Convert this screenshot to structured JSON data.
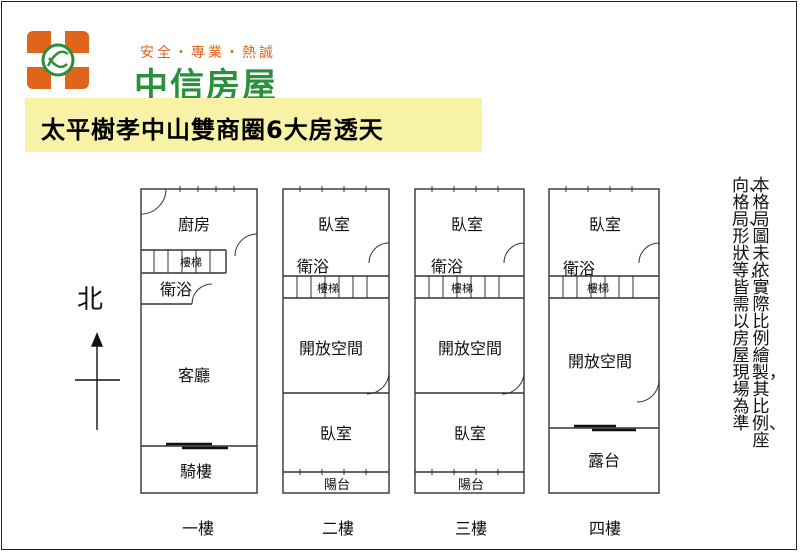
{
  "logo": {
    "slogan": "安全・專業・熱誠",
    "brand": "中信房屋",
    "icon": "zhongxin-logo-icon"
  },
  "title": "太平樹孝中山雙商圈6大房透天",
  "compass": {
    "label": "北"
  },
  "floors": [
    {
      "name": "一樓",
      "rooms": {
        "kitchen": "廚房",
        "stairs": "樓梯",
        "bath": "衛浴",
        "living": "客廳",
        "arcade": "騎樓"
      }
    },
    {
      "name": "二樓",
      "rooms": {
        "bedroom_front": "臥室",
        "bath": "衛浴",
        "stairs": "樓梯",
        "open_space": "開放空間",
        "bedroom_back": "臥室",
        "balcony": "陽台"
      }
    },
    {
      "name": "三樓",
      "rooms": {
        "bedroom_front": "臥室",
        "bath": "衛浴",
        "stairs": "樓梯",
        "open_space": "開放空間",
        "bedroom_back": "臥室",
        "balcony": "陽台"
      }
    },
    {
      "name": "四樓",
      "rooms": {
        "bedroom_front": "臥室",
        "bath": "衛浴",
        "stairs": "樓梯",
        "open_space": "開放空間",
        "terrace": "露台"
      }
    }
  ],
  "note": {
    "col1": "本格局圖未依實際比例繪製，其比例、座",
    "col2": "向、格局、形狀等，皆需以房屋現場為準"
  },
  "colors": {
    "brand_green": "#2b8f3c",
    "brand_orange": "#e0651a",
    "title_bg": "#f7f2a6"
  }
}
